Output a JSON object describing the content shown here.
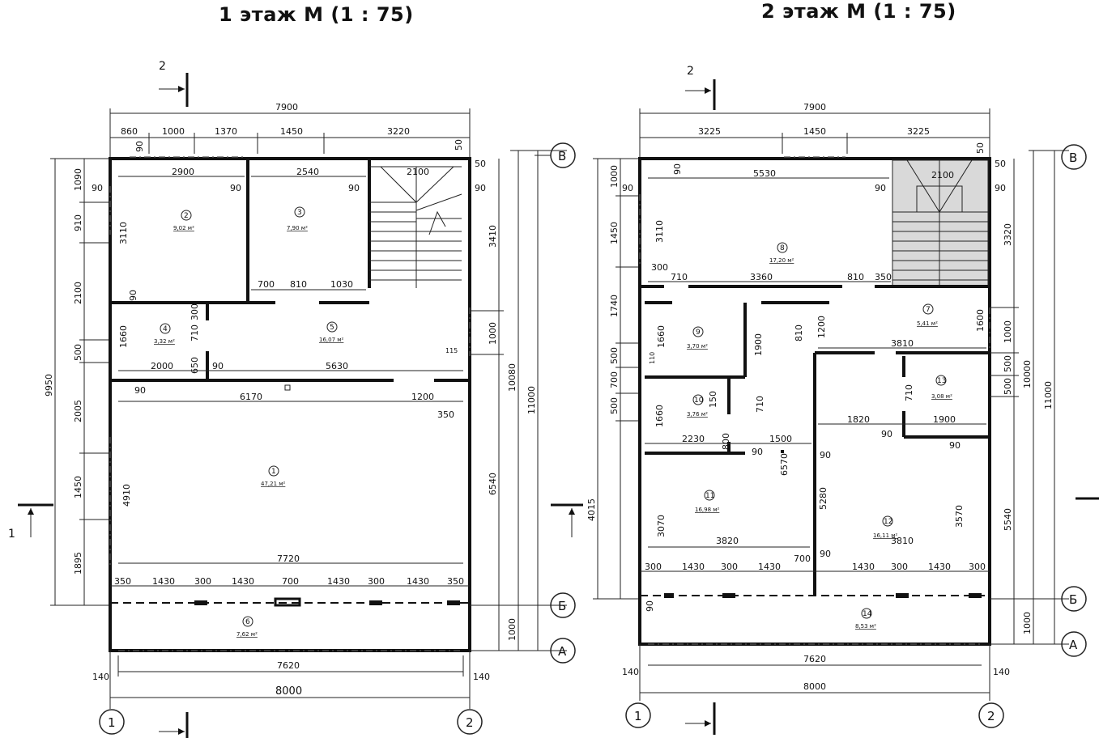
{
  "titles": {
    "floor1": "1 этаж М (1 : 75)",
    "floor2": "2 этаж М (1 : 75)"
  },
  "axes": {
    "a": "А",
    "b": "Б",
    "v": "В",
    "one": "1",
    "two": "2"
  },
  "section_marks": {
    "s1": "1",
    "s2": "2"
  },
  "floor1": {
    "top_total": "7900",
    "top_segments": [
      "860",
      "1000",
      "1370",
      "1450",
      "3220"
    ],
    "left_total": "9950",
    "left_segments": [
      "1090",
      "910",
      "2100",
      "500",
      "2005",
      "1450",
      "1895"
    ],
    "right_inner": [
      "3410",
      "1000",
      "6540",
      "1000"
    ],
    "right_total_a": "10080",
    "right_total_b": "11000",
    "bottom_inner": "7620",
    "bottom_total": "8000",
    "edge_small": "140",
    "rooms": [
      {
        "num": "1",
        "area": "47,21 м²"
      },
      {
        "num": "2",
        "area": "9,02 м²"
      },
      {
        "num": "3",
        "area": "7,90 м²"
      },
      {
        "num": "4",
        "area": "3,32 м²"
      },
      {
        "num": "5",
        "area": "16,07 м²"
      },
      {
        "num": "6",
        "area": "7,62 м²"
      }
    ],
    "inner_dims": {
      "d2900": "2900",
      "d2540": "2540",
      "d2100": "2100",
      "d3110": "3110",
      "d700": "700",
      "d810": "810",
      "d1030": "1030",
      "d1660": "1660",
      "d710": "710",
      "d2000": "2000",
      "d650": "650",
      "d5630": "5630",
      "d6170": "6170",
      "d1200": "1200",
      "d4910": "4910",
      "d7720": "7720",
      "d350": "350",
      "d1430": "1430",
      "d300": "300",
      "d90": "90",
      "d50": "50",
      "d115": "115"
    }
  },
  "floor2": {
    "top_total": "7900",
    "top_segments": [
      "3225",
      "1450",
      "3225"
    ],
    "left_segments": [
      "1000",
      "1450",
      "1740",
      "500",
      "700",
      "500",
      "4015"
    ],
    "right_inner": [
      "3320",
      "1000",
      "500",
      "500",
      "5540",
      "1000"
    ],
    "right_total_a": "10000",
    "right_total_b": "11000",
    "bottom_inner": "7620",
    "bottom_total": "8000",
    "edge_small": "140",
    "rooms": [
      {
        "num": "7",
        "area": "5,41 м²"
      },
      {
        "num": "8",
        "area": "17,20 м²"
      },
      {
        "num": "9",
        "area": "3,70 м²"
      },
      {
        "num": "10",
        "area": "3,76 м²"
      },
      {
        "num": "11",
        "area": "16,98 м²"
      },
      {
        "num": "12",
        "area": "16,11 м²"
      },
      {
        "num": "13",
        "area": "3,08 м²"
      },
      {
        "num": "14",
        "area": "8,53 м²"
      }
    ],
    "inner_dims": {
      "d5530": "5530",
      "d2100": "2100",
      "d3110": "3110",
      "d300": "300",
      "d710": "710",
      "d3360": "3360",
      "d810": "810",
      "d350": "350",
      "d1600": "1600",
      "d1660": "1660",
      "d1900": "1900",
      "d1200": "1200",
      "d3810": "3810",
      "d150": "150",
      "d2230": "2230",
      "d800": "800",
      "d1500": "1500",
      "d1820": "1820",
      "d6570": "6570",
      "d5280": "5280",
      "d3070": "3070",
      "d3820": "3820",
      "d3570": "3570",
      "d1430": "1430",
      "d700": "700",
      "d90": "90",
      "d50": "50",
      "d110": "110"
    }
  }
}
